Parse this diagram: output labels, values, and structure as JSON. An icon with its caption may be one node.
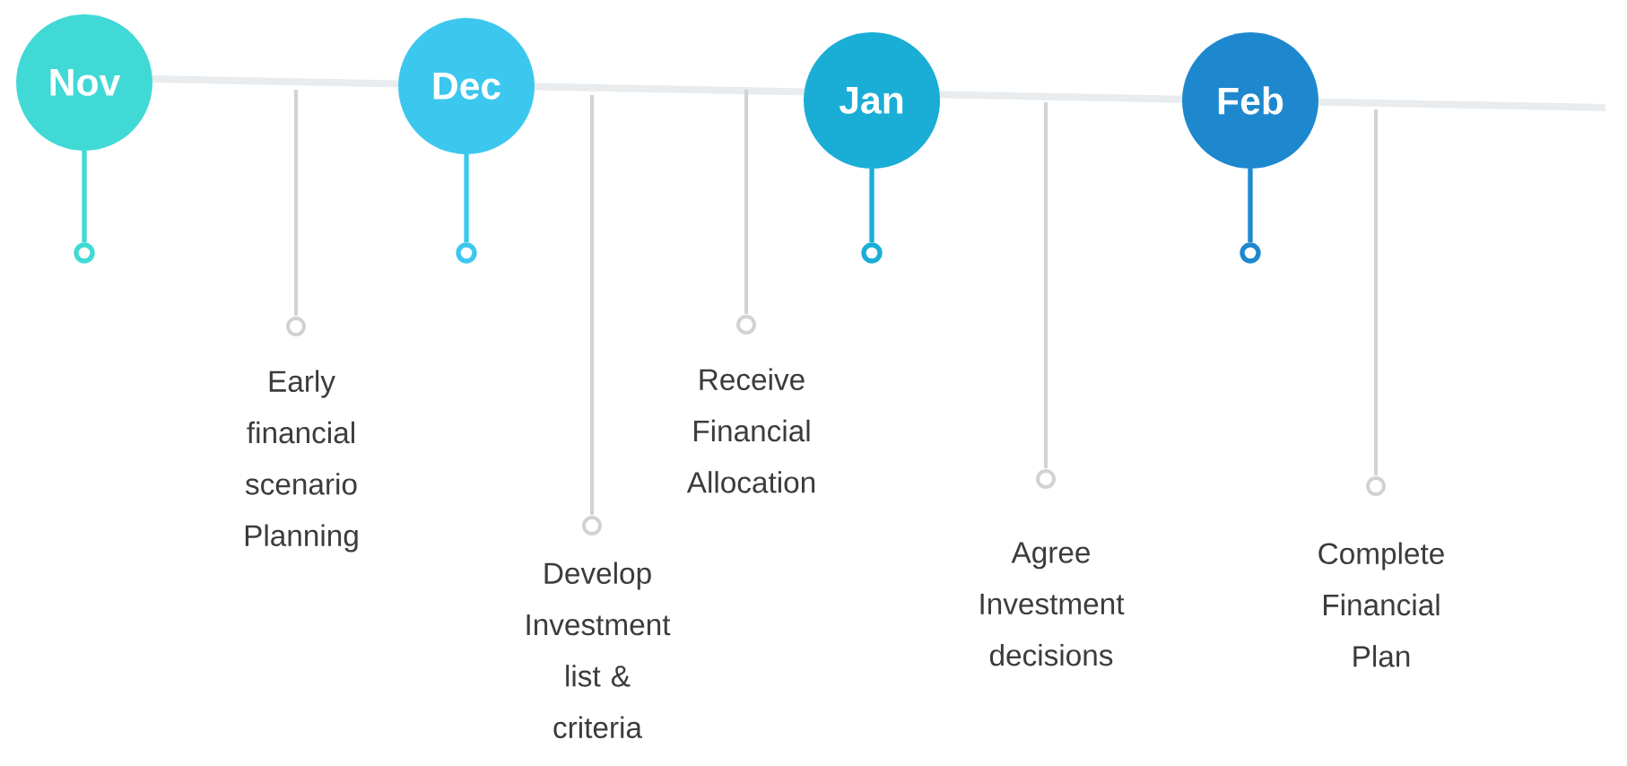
{
  "diagram": {
    "nodes": [
      {
        "text": [
          "Nov"
        ]
      },
      {
        "text": [
          "Dec"
        ]
      },
      {
        "text": [
          "Jan"
        ]
      },
      {
        "text": [
          "Feb"
        ]
      },
      {
        "text": [
          "Early financial scenario Planning"
        ]
      },
      {
        "text": [
          "Develop Investment list & criteria"
        ]
      },
      {
        "text": [
          "Receive Financial Allocation"
        ]
      },
      {
        "text": [
          "Agree Investment decisions"
        ]
      },
      {
        "text": [
          "Complete Financial Plan"
        ]
      }
    ]
  }
}
